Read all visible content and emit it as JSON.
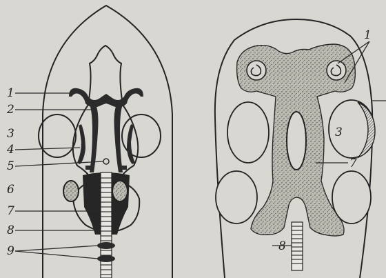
{
  "figure": {
    "left_panel": {
      "labels": [
        "1",
        "2",
        "3",
        "4",
        "5",
        "6",
        "7",
        "8",
        "9"
      ]
    },
    "right_panel": {
      "labels": [
        "1",
        "3",
        "7",
        "8"
      ]
    }
  },
  "colors": {
    "paper": "#d9d7d2",
    "ink": "#242424",
    "stipple_fill": "#b8b5ad"
  }
}
